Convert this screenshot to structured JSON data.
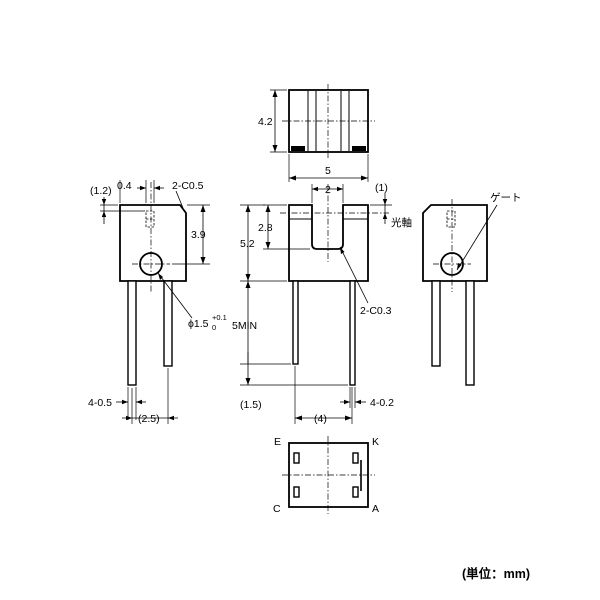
{
  "labels": {
    "top_height": "4.2",
    "top_width": "5",
    "left_1_2": "(1.2)",
    "left_0_4": "0.4",
    "left_chamfer": "2-C0.5",
    "left_3_9": "3.9",
    "left_phi": "ϕ1.5",
    "left_phi_tol_upper": "+0.1",
    "left_phi_tol_lower": "0",
    "left_lead": "4-0.5",
    "left_pitch": "(2.5)",
    "front_2": "2",
    "front_1": "(1)",
    "front_optical_axis": "光軸",
    "front_2_8": "2.8",
    "front_5_2": "5.2",
    "front_chamfer": "2-C0.3",
    "front_5min": "5MIN",
    "front_1_5": "(1.5)",
    "front_4": "(4)",
    "front_lead": "4-0.2",
    "right_gate": "ゲート",
    "pin_e": "E",
    "pin_k": "K",
    "pin_c": "C",
    "pin_a": "A",
    "unit": "(単位：mm)"
  }
}
